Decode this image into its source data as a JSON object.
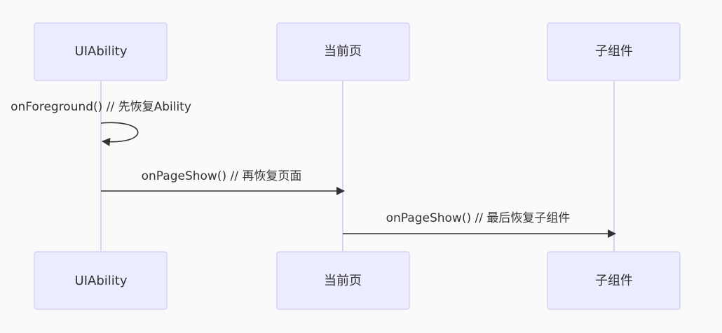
{
  "diagram": {
    "type": "sequence",
    "participants": [
      {
        "id": "uiability",
        "label": "UIAbility"
      },
      {
        "id": "current_page",
        "label": "当前页"
      },
      {
        "id": "child_component",
        "label": "子组件"
      }
    ],
    "messages": [
      {
        "from": "uiability",
        "to": "uiability",
        "label": "onForeground() // 先恢复Ability",
        "kind": "self"
      },
      {
        "from": "uiability",
        "to": "current_page",
        "label": "onPageShow() // 再恢复页面",
        "kind": "sync"
      },
      {
        "from": "current_page",
        "to": "child_component",
        "label": "onPageShow() // 最后恢复子组件",
        "kind": "sync"
      }
    ],
    "colors": {
      "actor_fill": "#ececff",
      "actor_stroke": "#d6d2f5",
      "lifeline": "#d9d4f5",
      "text": "#333333",
      "arrow": "#333333",
      "background": "#fafafa"
    }
  }
}
